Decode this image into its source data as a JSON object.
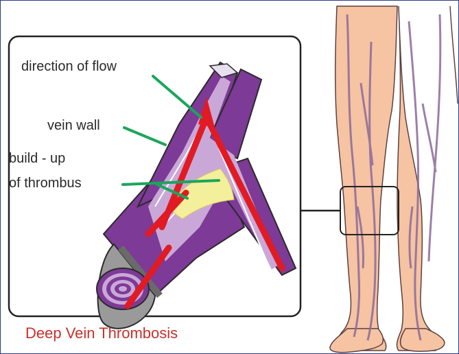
{
  "labels": {
    "direction_of_flow": "direction of flow",
    "vein_wall": "vein wall",
    "build_up_line1": "build - up",
    "build_up_line2": "of thrombus"
  },
  "caption": "Deep Vein Thrombosis",
  "colors": {
    "frame_border": "#2b3a8c",
    "vein_wall_purple": "#7d3a96",
    "vein_inner_lavender": "#c9a8d8",
    "thrombus_yellow": "#f4ef9a",
    "flow_arrow_red": "#e01b24",
    "pointer_green": "#1aa65a",
    "skin": "#f6c3a3",
    "leg_vein": "#8b6a9a",
    "caption_red": "#c9302c"
  },
  "icons": [
    "flow-arrow-icon",
    "pointer-line-icon"
  ]
}
